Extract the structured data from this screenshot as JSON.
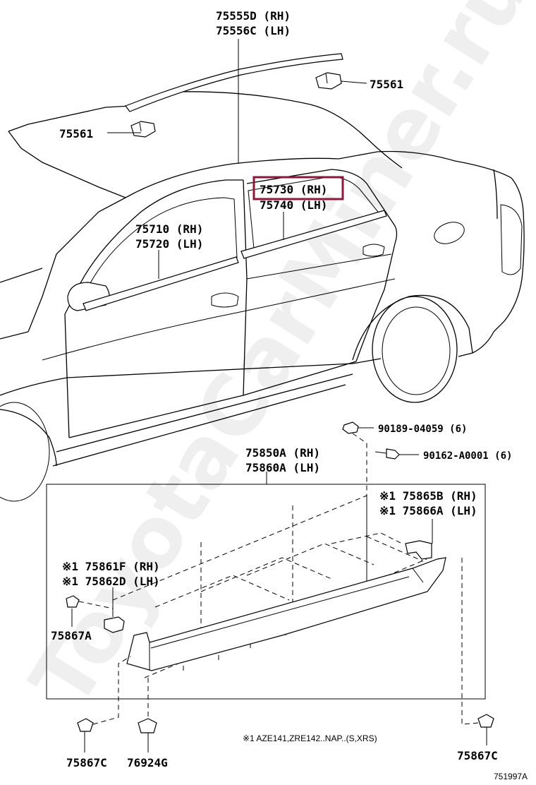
{
  "watermark": "ToyotaCarMiner.ru",
  "highlight_color": "#8b1a3a",
  "callouts": {
    "moulding_roof_rh": "75555D (RH)",
    "moulding_roof_lh": "75556C (LH)",
    "clip_roof_right": "75561",
    "clip_roof_left": "75561",
    "rear_belt_rh": "75730 (RH)",
    "rear_belt_lh": "75740 (LH)",
    "front_belt_rh": "75710 (RH)",
    "front_belt_lh": "75720 (LH)",
    "screw_a": "90189-04059 (6)",
    "screw_b": "90162-A0001 (6)",
    "rocker_rh": "75850A (RH)",
    "rocker_lh": "75860A (LH)",
    "clip_rear_rh": "※1 75865B (RH)",
    "clip_rear_lh": "※1 75866A (LH)",
    "clip_front_rh": "※1 75861F (RH)",
    "clip_front_lh": "※1 75862D (LH)",
    "clip_75867a": "75867A",
    "clip_75867c_left": "75867C",
    "clip_76924g": "76924G",
    "clip_75867c_right": "75867C"
  },
  "footnote": "※1 AZE141,ZRE142..NAP..(S,XRS)",
  "figure_ref": "751997A"
}
